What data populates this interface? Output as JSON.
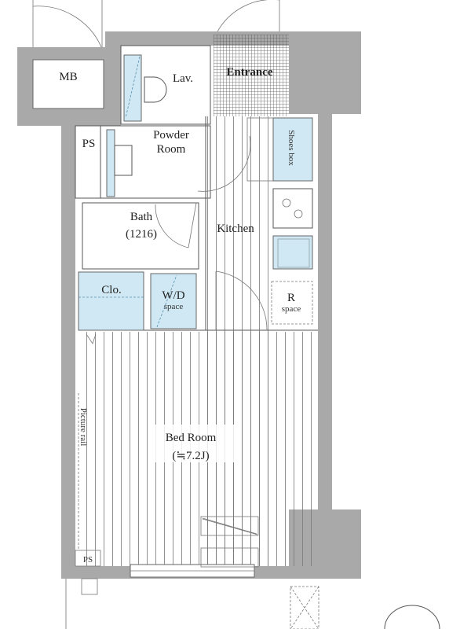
{
  "floorplan": {
    "rooms": {
      "mb": "MB",
      "lav": "Lav.",
      "entrance": "Entrance",
      "ps_top": "PS",
      "powder_room_line1": "Powder",
      "powder_room_line2": "Room",
      "shoes_box": "Shoes box",
      "bath_line1": "Bath",
      "bath_line2": "(1216)",
      "kitchen": "Kitchen",
      "closet": "Clo.",
      "wd_line1": "W/D",
      "wd_line2": "space",
      "r_line1": "R",
      "r_line2": "space",
      "bedroom_line1": "Bed Room",
      "bedroom_line2": "(≒7.2J)",
      "picture_rail": "Picture rail",
      "ps_bottom": "PS"
    },
    "colors": {
      "wall": "#a9a9a9",
      "fixture": "#cfe8f3"
    }
  }
}
